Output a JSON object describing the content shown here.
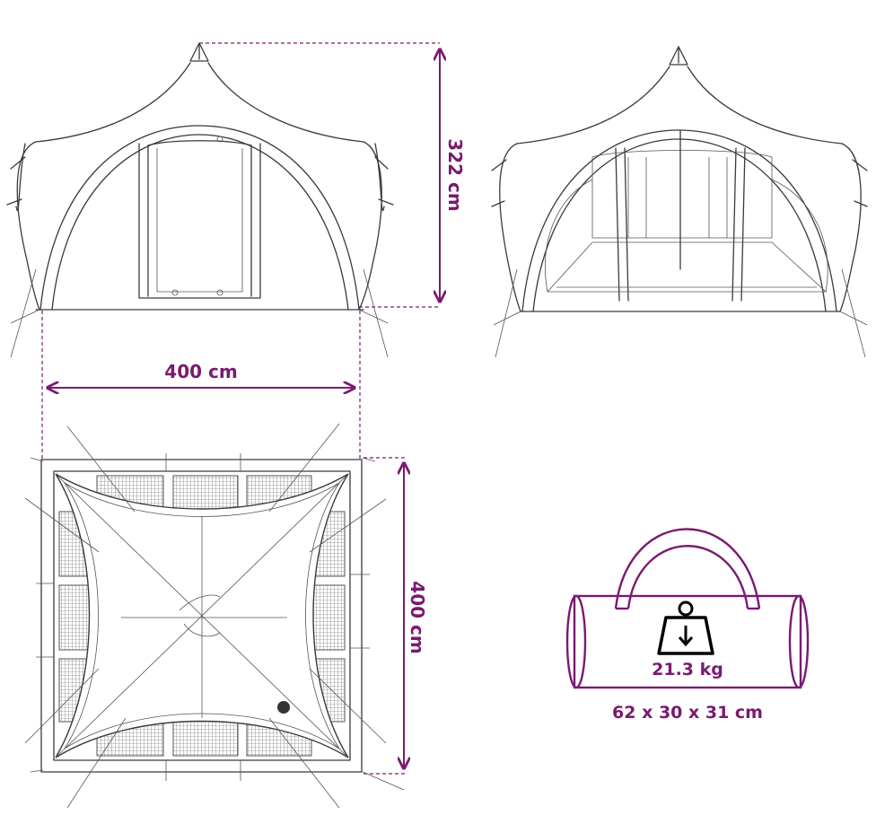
{
  "dimensions": {
    "height": "322 cm",
    "width": "400 cm",
    "depth": "400 cm"
  },
  "package": {
    "weight": "21.3 kg",
    "size": "62 x 30 x 31 cm",
    "icon": "weight-icon"
  },
  "colors": {
    "accent": "#7a1a70",
    "line": "#3a3a3a"
  }
}
